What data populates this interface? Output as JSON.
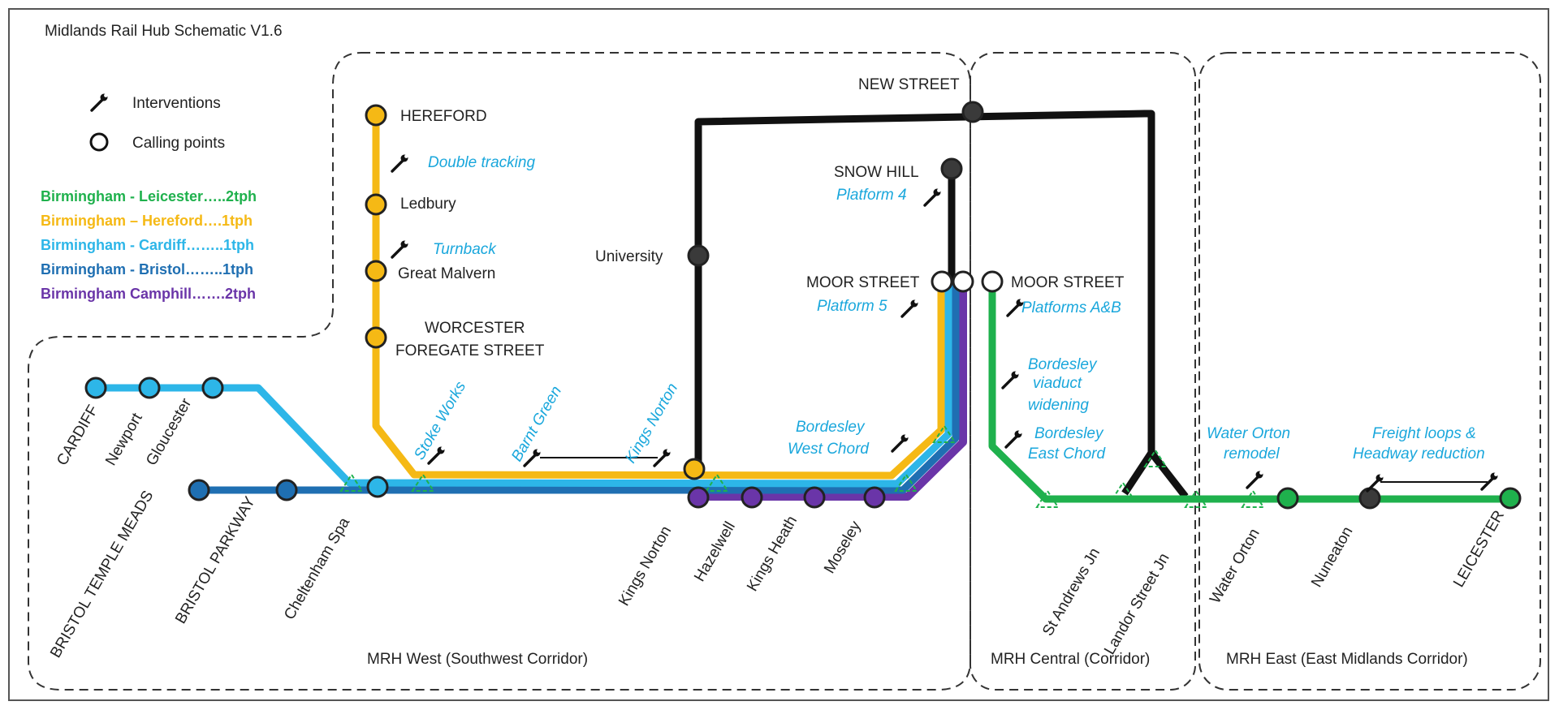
{
  "title": "Midlands Rail Hub Schematic V1.6",
  "legend": {
    "interventions": "Interventions",
    "calling_points": "Calling points"
  },
  "services": [
    {
      "label": "Birmingham - Leicester…..2tph",
      "color": "#1fb14d"
    },
    {
      "label": "Birmingham – Hereford….1tph",
      "color": "#f5b915"
    },
    {
      "label": "Birmingham - Cardiff……..1tph",
      "color": "#2db6e8"
    },
    {
      "label": "Birmingham - Bristol……..1tph",
      "color": "#1f6fb2"
    },
    {
      "label": "Birmingham Camphill…….2tph",
      "color": "#6a35a8"
    }
  ],
  "zones": {
    "west": "MRH West (Southwest Corridor)",
    "central": "MRH Central (Corridor)",
    "east": "MRH East (East Midlands Corridor)"
  },
  "stations": {
    "hereford": "HEREFORD",
    "ledbury": "Ledbury",
    "great_malvern": "Great Malvern",
    "worcester_1": "WORCESTER",
    "worcester_2": "FOREGATE STREET",
    "new_street": "NEW STREET",
    "snow_hill": "SNOW HILL",
    "university": "University",
    "moor_street_west": "MOOR STREET",
    "moor_street_east": "MOOR STREET",
    "cardiff": "CARDIFF",
    "newport": "Newport",
    "gloucester": "Gloucester",
    "bristol_tm": "BRISTOL TEMPLE MEADS",
    "bristol_pw": "BRISTOL PARKWAY",
    "cheltenham": "Cheltenham Spa",
    "kings_norton": "Kings Norton",
    "hazelwell": "Hazelwell",
    "kings_heath": "Kings Heath",
    "moseley": "Moseley",
    "st_andrews": "St Andrews Jn",
    "landor_street": "Landor Street Jn",
    "water_orton": "Water Orton",
    "nuneaton": "Nuneaton",
    "leicester": "LEICESTER"
  },
  "interventions": {
    "double_tracking": "Double tracking",
    "turnback": "Turnback",
    "platform_4": "Platform 4",
    "platform_5": "Platform 5",
    "platforms_ab": "Platforms A&B",
    "bordesley_viaduct_1": "Bordesley",
    "bordesley_viaduct_2": "viaduct",
    "bordesley_viaduct_3": "widening",
    "bordesley_east_1": "Bordesley",
    "bordesley_east_2": "East Chord",
    "bordesley_west_1": "Bordesley",
    "bordesley_west_2": "West Chord",
    "stoke_works": "Stoke Works",
    "barnt_green": "Barnt Green",
    "kings_norton_iv": "Kings Norton",
    "water_orton_1": "Water Orton",
    "water_orton_2": "remodel",
    "freight_1": "Freight loops &",
    "freight_2": "Headway reduction"
  },
  "colors": {
    "leicester": "#1fb14d",
    "hereford": "#f5b915",
    "cardiff": "#2db6e8",
    "bristol": "#1f6fb2",
    "camphill": "#6a35a8",
    "black": "#111111",
    "intervention_text": "#1aa7dc"
  }
}
